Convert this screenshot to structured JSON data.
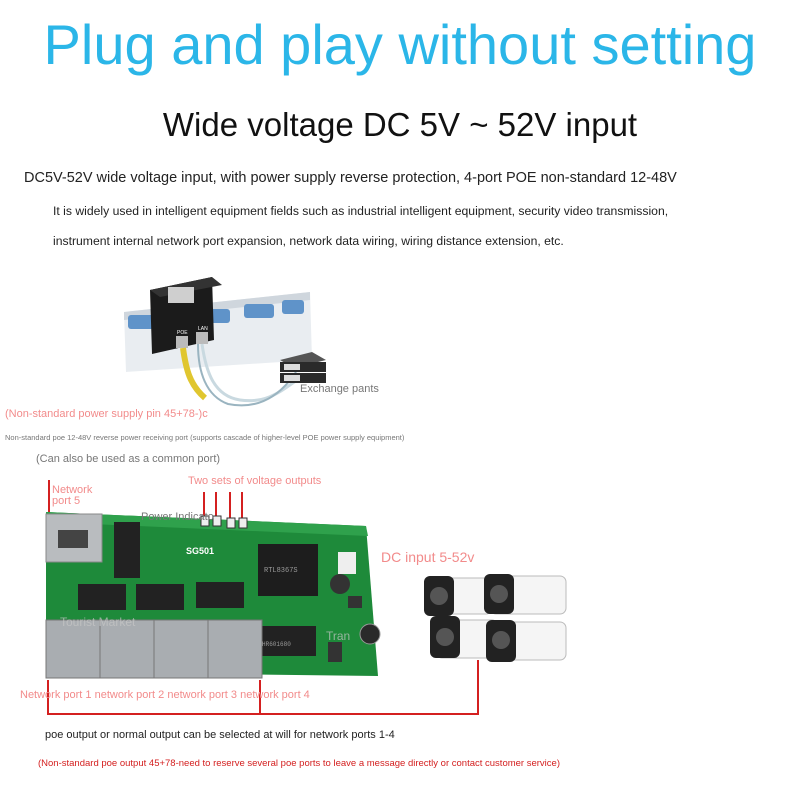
{
  "header": {
    "title": "Plug and play without setting",
    "subtitle": "Wide voltage DC 5V ~ 52V input"
  },
  "description": {
    "line1": "DC5V-52V wide voltage input, with power supply reverse protection, 4-port POE non-standard 12-48V",
    "line2": "It is widely used in intelligent equipment fields such as industrial intelligent equipment, security video transmission,",
    "line3": "instrument internal network port expansion, network data wiring, wiring distance extension, etc."
  },
  "adapter": {
    "poe_label": "POE",
    "lan_label": "LAN",
    "exchange_label": "Exchange pants"
  },
  "notes": {
    "nonstandard_pin": "(Non-standard power supply pin 45+78-)c",
    "receiving_port": "Non-standard poe 12-48V reverse power receiving port (supports cascade of higher-level POE power supply equipment)",
    "common_port": "(Can also be used as a common port)",
    "output_select": "poe output or normal output can be selected at will for network ports 1-4",
    "reserve_note": "(Non-standard poe output 45+78-need to reserve several poe ports to leave a message directly or contact customer service)"
  },
  "board": {
    "network_port5": "Network\nport 5",
    "voltage_outputs": "Two sets of voltage outputs",
    "power_indicator": "Power Indicato",
    "model": "SG501",
    "dc_input": "DC input 5-52v",
    "ports_label": "Network port 1 network port 2 network port 3 network port 4",
    "chip_text": "RTL8367S",
    "transformer_text": "HR601680",
    "watermark": "Tourist Market",
    "watermark2": "Tran"
  },
  "colors": {
    "title": "#2bb6e8",
    "annotation": "#f28b8b",
    "highlight": "#d42020",
    "pcb": "#1e8a3a"
  }
}
